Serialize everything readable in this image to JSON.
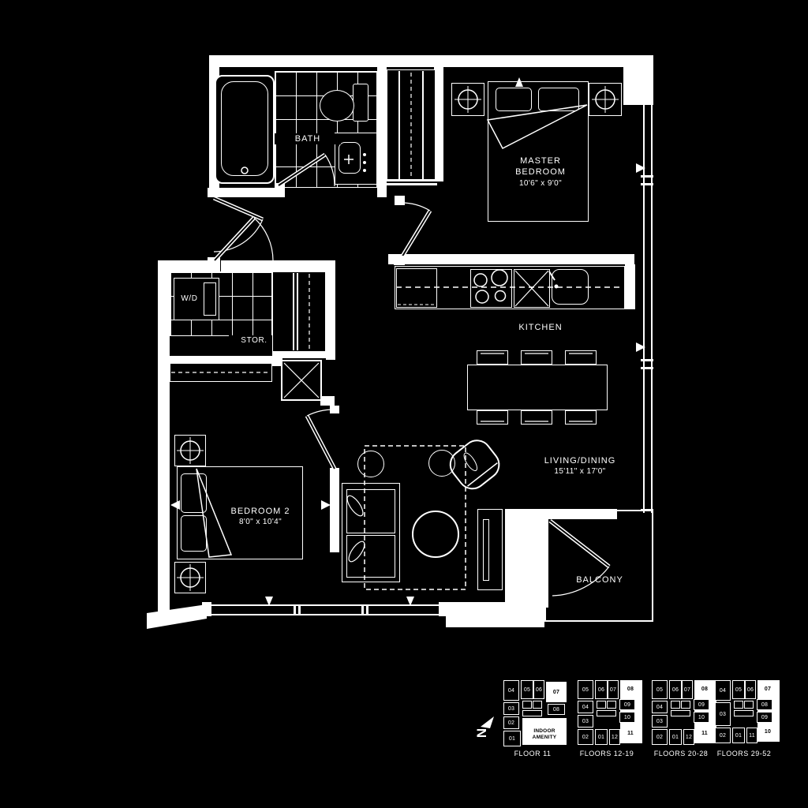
{
  "floorplan": {
    "colors": {
      "background": "#000000",
      "lines": "#ffffff"
    },
    "rooms": {
      "bath": {
        "label": "BATH"
      },
      "master_bedroom": {
        "label": "MASTER BEDROOM",
        "dimensions": "10'6\" x 9'0\""
      },
      "kitchen": {
        "label": "KITCHEN"
      },
      "laundry": {
        "label": "W/D"
      },
      "storage": {
        "label": "STOR."
      },
      "bedroom2": {
        "label": "BEDROOM 2",
        "dimensions": "8'0\" x 10'4\""
      },
      "living_dining": {
        "label": "LIVING/DINING",
        "dimensions": "15'11\" x 17'0\""
      },
      "balcony": {
        "label": "BALCONY"
      }
    }
  },
  "north": {
    "label": "N"
  },
  "keyplans": [
    {
      "caption": "FLOOR 11",
      "amenity_label": "INDOOR AMENITY",
      "units": [
        {
          "label": "04",
          "highlighted": false
        },
        {
          "label": "05",
          "highlighted": false
        },
        {
          "label": "06",
          "highlighted": false
        },
        {
          "label": "07",
          "highlighted": true
        },
        {
          "label": "03",
          "highlighted": false
        },
        {
          "label": "08",
          "highlighted": false
        },
        {
          "label": "02",
          "highlighted": false
        },
        {
          "label": "01",
          "highlighted": false
        }
      ]
    },
    {
      "caption": "FLOORS 12-19",
      "units": [
        {
          "label": "05",
          "highlighted": false
        },
        {
          "label": "06",
          "highlighted": false
        },
        {
          "label": "07",
          "highlighted": false
        },
        {
          "label": "08",
          "highlighted": true
        },
        {
          "label": "04",
          "highlighted": false
        },
        {
          "label": "09",
          "highlighted": false
        },
        {
          "label": "10",
          "highlighted": false
        },
        {
          "label": "03",
          "highlighted": false
        },
        {
          "label": "02",
          "highlighted": false
        },
        {
          "label": "01",
          "highlighted": false
        },
        {
          "label": "12",
          "highlighted": false
        },
        {
          "label": "11",
          "highlighted": true
        }
      ]
    },
    {
      "caption": "FLOORS 20-28",
      "units": [
        {
          "label": "05",
          "highlighted": false
        },
        {
          "label": "06",
          "highlighted": false
        },
        {
          "label": "07",
          "highlighted": false
        },
        {
          "label": "08",
          "highlighted": true
        },
        {
          "label": "04",
          "highlighted": false
        },
        {
          "label": "09",
          "highlighted": false
        },
        {
          "label": "10",
          "highlighted": false
        },
        {
          "label": "03",
          "highlighted": false
        },
        {
          "label": "02",
          "highlighted": false
        },
        {
          "label": "01",
          "highlighted": false
        },
        {
          "label": "12",
          "highlighted": false
        },
        {
          "label": "11",
          "highlighted": true
        }
      ]
    },
    {
      "caption": "FLOORS 29-52",
      "units": [
        {
          "label": "04",
          "highlighted": false
        },
        {
          "label": "05",
          "highlighted": false
        },
        {
          "label": "06",
          "highlighted": false
        },
        {
          "label": "07",
          "highlighted": true
        },
        {
          "label": "03",
          "highlighted": false
        },
        {
          "label": "08",
          "highlighted": false
        },
        {
          "label": "09",
          "highlighted": false
        },
        {
          "label": "02",
          "highlighted": false
        },
        {
          "label": "01",
          "highlighted": false
        },
        {
          "label": "11",
          "highlighted": false
        },
        {
          "label": "10",
          "highlighted": true
        }
      ]
    }
  ]
}
